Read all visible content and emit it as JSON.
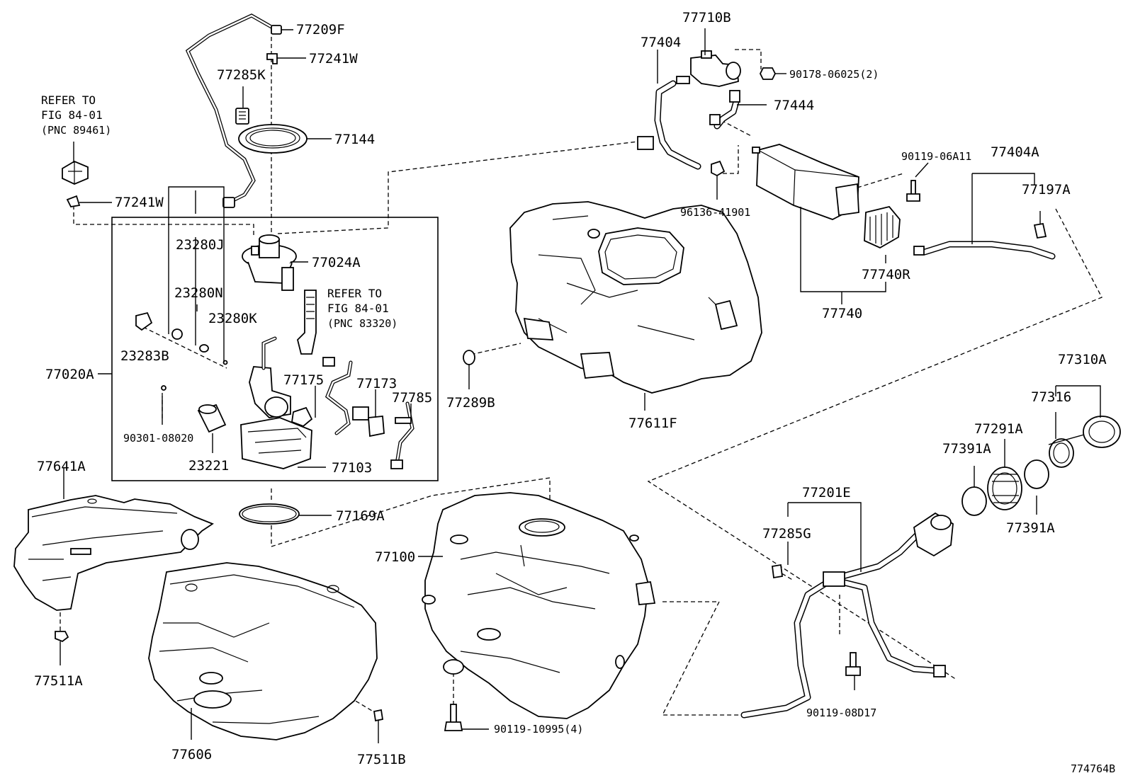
{
  "diagram": {
    "labels": {
      "l_77209F": "77209F",
      "l_77241W_top": "77241W",
      "l_77285K": "77285K",
      "l_77144": "77144",
      "l_77241W_left": "77241W",
      "l_23280J": "23280J",
      "l_23280N": "23280N",
      "l_23280K": "23280K",
      "l_23283B": "23283B",
      "l_77024A": "77024A",
      "l_77020A": "77020A",
      "l_77175": "77175",
      "l_77173": "77173",
      "l_77785": "77785",
      "l_90301_08020": "90301-08020",
      "l_23221": "23221",
      "l_77103": "77103",
      "l_77641A": "77641A",
      "l_77169A": "77169A",
      "l_77511A": "77511A",
      "l_77606": "77606",
      "l_77511B": "77511B",
      "l_77100": "77100",
      "l_90119_10995": "90119-10995(4)",
      "l_77289B": "77289B",
      "l_77611F": "77611F",
      "l_77404": "77404",
      "l_77710B": "77710B",
      "l_90178_06025": "90178-06025(2)",
      "l_77444": "77444",
      "l_96136_41901": "96136-41901",
      "l_90119_06A11": "90119-06A11",
      "l_77404A": "77404A",
      "l_77197A": "77197A",
      "l_77740R": "77740R",
      "l_77740": "77740",
      "l_77310A": "77310A",
      "l_77316": "77316",
      "l_77291A": "77291A",
      "l_77391A_left": "77391A",
      "l_77391A_right": "77391A",
      "l_77201E": "77201E",
      "l_77285G": "77285G",
      "l_90119_08D17": "90119-08D17"
    },
    "refer_notes": {
      "left": {
        "line1": "REFER TO",
        "line2": "FIG 84-01",
        "line3": "(PNC 89461)"
      },
      "middle": {
        "line1": "REFER TO",
        "line2": "FIG 84-01",
        "line3": "(PNC 83320)"
      }
    },
    "figure_code": "774764B"
  }
}
